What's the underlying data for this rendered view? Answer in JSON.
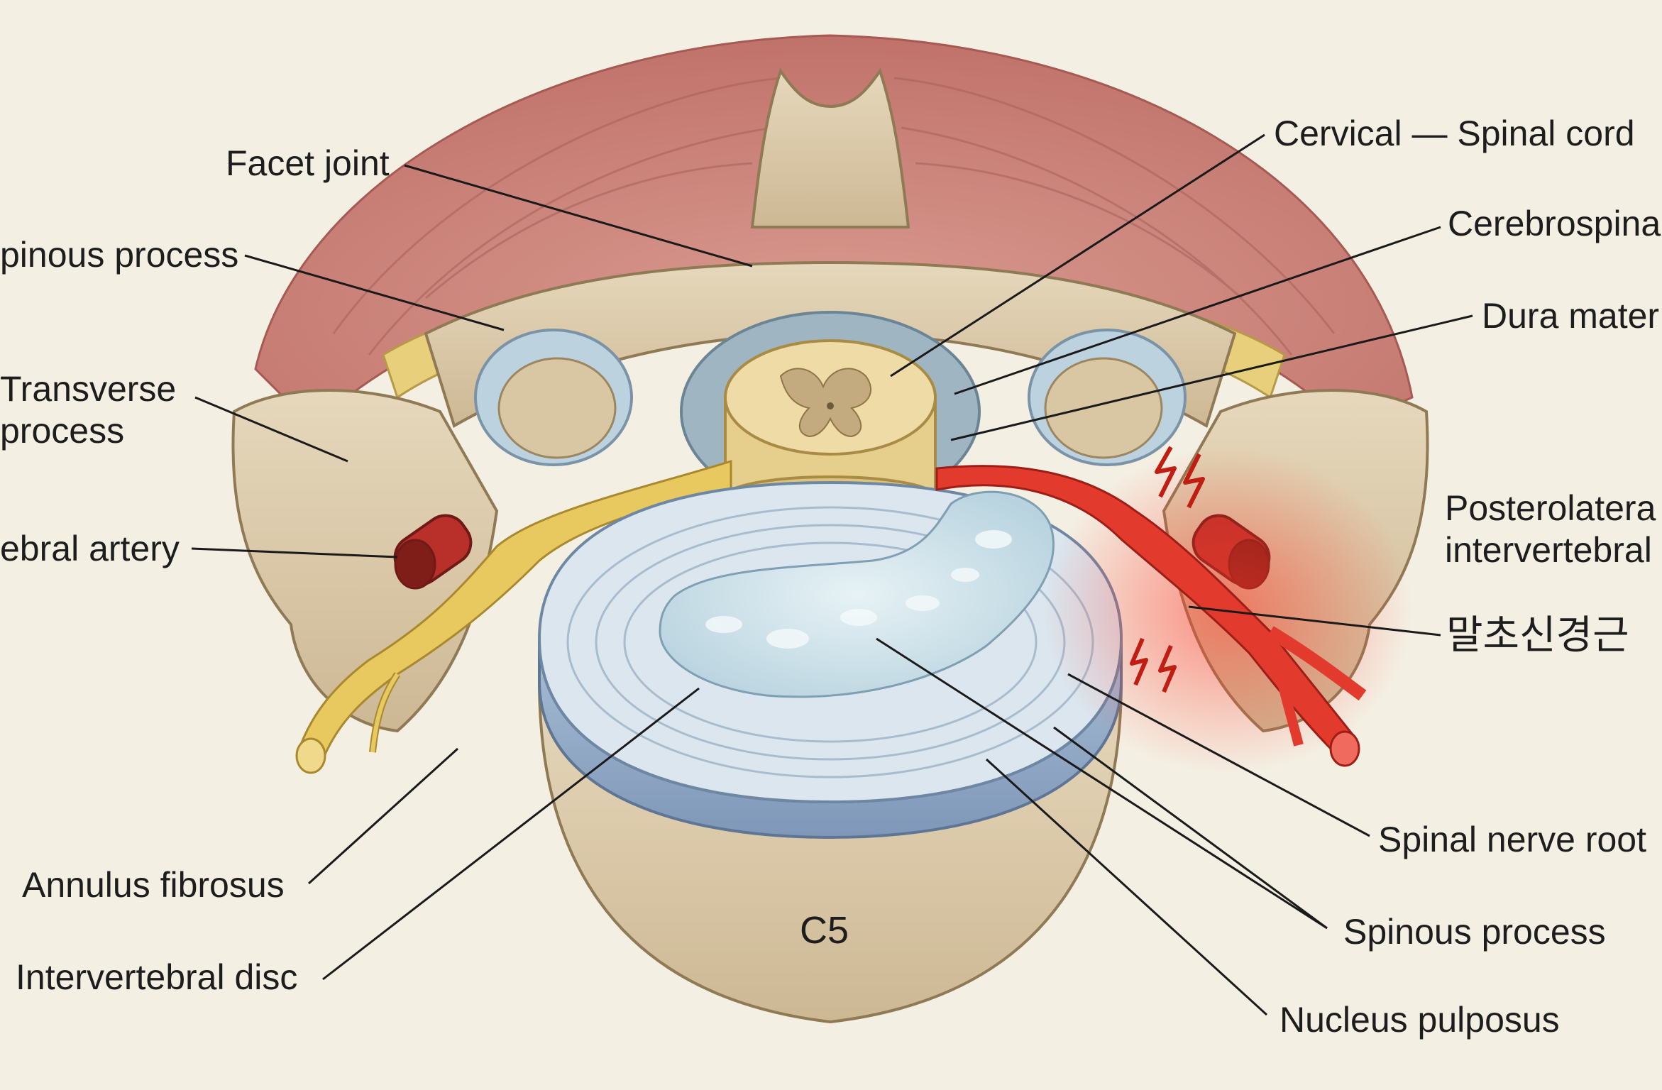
{
  "labels": {
    "facet_joint": "Facet joint",
    "spinous_process_top": "pinous process",
    "transverse_process_line1": "Transverse",
    "transverse_process_line2": "process",
    "vertebral_artery": "ebral artery",
    "annulus_fibrosus": "Annulus fibrosus",
    "intervertebral_disc": "Intervertebral disc",
    "cervical_spinal_cord": "Cervical — Spinal cord",
    "cerebrospinal": "Cerebrospina",
    "dura_mater": "Dura mater",
    "posterolateral_line1": "Posterolatera",
    "posterolateral_line2": "intervertebral",
    "peripheral_nerve_korean": "말초신경근",
    "spinal_nerve_root": "Spinal nerve root",
    "spinous_process_bottom": "Spinous  process",
    "nucleus_pulposus": "Nucleus pulposus",
    "vertebra_level": "C5"
  },
  "colors": {
    "background": "#f4efe3",
    "bone": "#dccbaa",
    "muscle": "#c9827a",
    "nerve": "#e8c95f",
    "inflamed_nerve": "#e23b2e",
    "disc": "#c9dde7",
    "artery": "#b9302a",
    "leader_line": "#1a1a1a"
  }
}
